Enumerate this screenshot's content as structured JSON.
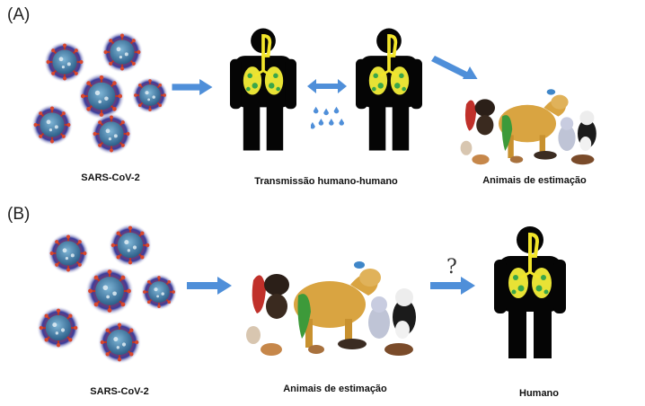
{
  "panels": [
    {
      "label": "(A)",
      "captions": {
        "virus": "SARS-CoV-2",
        "transmission": "Transmissão humano-humano",
        "pets": "Animais de estimação"
      }
    },
    {
      "label": "(B)",
      "captions": {
        "virus": "SARS-CoV-2",
        "pets": "Animais de estimação",
        "human": "Humano"
      },
      "uncertain_mark": "?"
    }
  ],
  "colors": {
    "arrow": "#4f8fd9",
    "silhouette": "#050505",
    "airway": "#f2e52a",
    "lung_spots": "#3aa64a",
    "virus_core": "#2f6f9e",
    "virus_halo": "#2a2f8a",
    "droplets": "#4f8fd9"
  },
  "icons": [
    "virus-icon",
    "human-silhouette-icon",
    "pets-photo",
    "droplets-icon",
    "arrow-icon"
  ]
}
